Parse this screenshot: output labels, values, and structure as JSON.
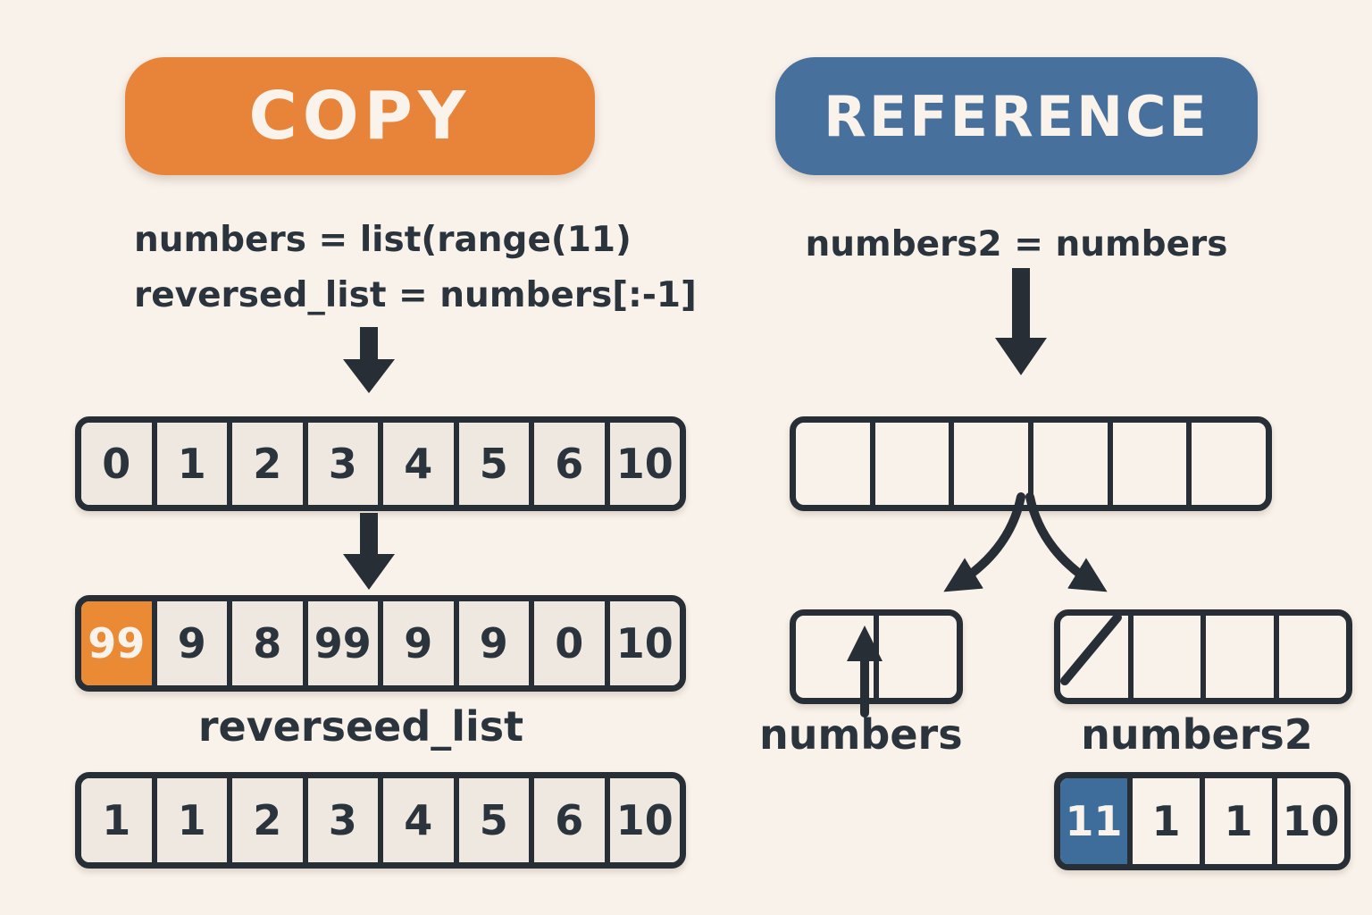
{
  "copy_section": {
    "badge_label": "COPY",
    "code_line1": "numbers = list(range(11)",
    "code_line2": "reversed_list = numbers[:-1]",
    "array_initial": [
      "0",
      "1",
      "2",
      "3",
      "4",
      "5",
      "6",
      "10"
    ],
    "array_mutated": [
      {
        "t": "99",
        "hl": "orange"
      },
      "9",
      "8",
      "99",
      "9",
      "9",
      "0",
      "10"
    ],
    "reversed_label": "reverseed_list",
    "array_reversed": [
      "1",
      "1",
      "2",
      "3",
      "4",
      "5",
      "6",
      "10"
    ]
  },
  "reference_section": {
    "badge_label": "REFERENCE",
    "code_line": "numbers2 = numbers",
    "shared_array": [
      "",
      "",
      "",
      "",
      "",
      ""
    ],
    "numbers_box": [
      "",
      ""
    ],
    "numbers2_box": [
      "",
      "",
      "",
      ""
    ],
    "numbers_label": "numbers",
    "numbers2_label": "numbers2",
    "array_values": [
      {
        "t": "11",
        "hl": "blue"
      },
      "1",
      "1",
      "10"
    ]
  },
  "colors": {
    "background": "#f9f2ea",
    "ink": "#272e35",
    "ink_text": "#2b333c",
    "copy_accent": "#e8843a",
    "reference_accent": "#47719c",
    "cell_fill": "#efe8e0",
    "highlight_orange": "#ea8a35",
    "highlight_blue": "#3e6d9c",
    "badge_text": "#faf3ec"
  }
}
